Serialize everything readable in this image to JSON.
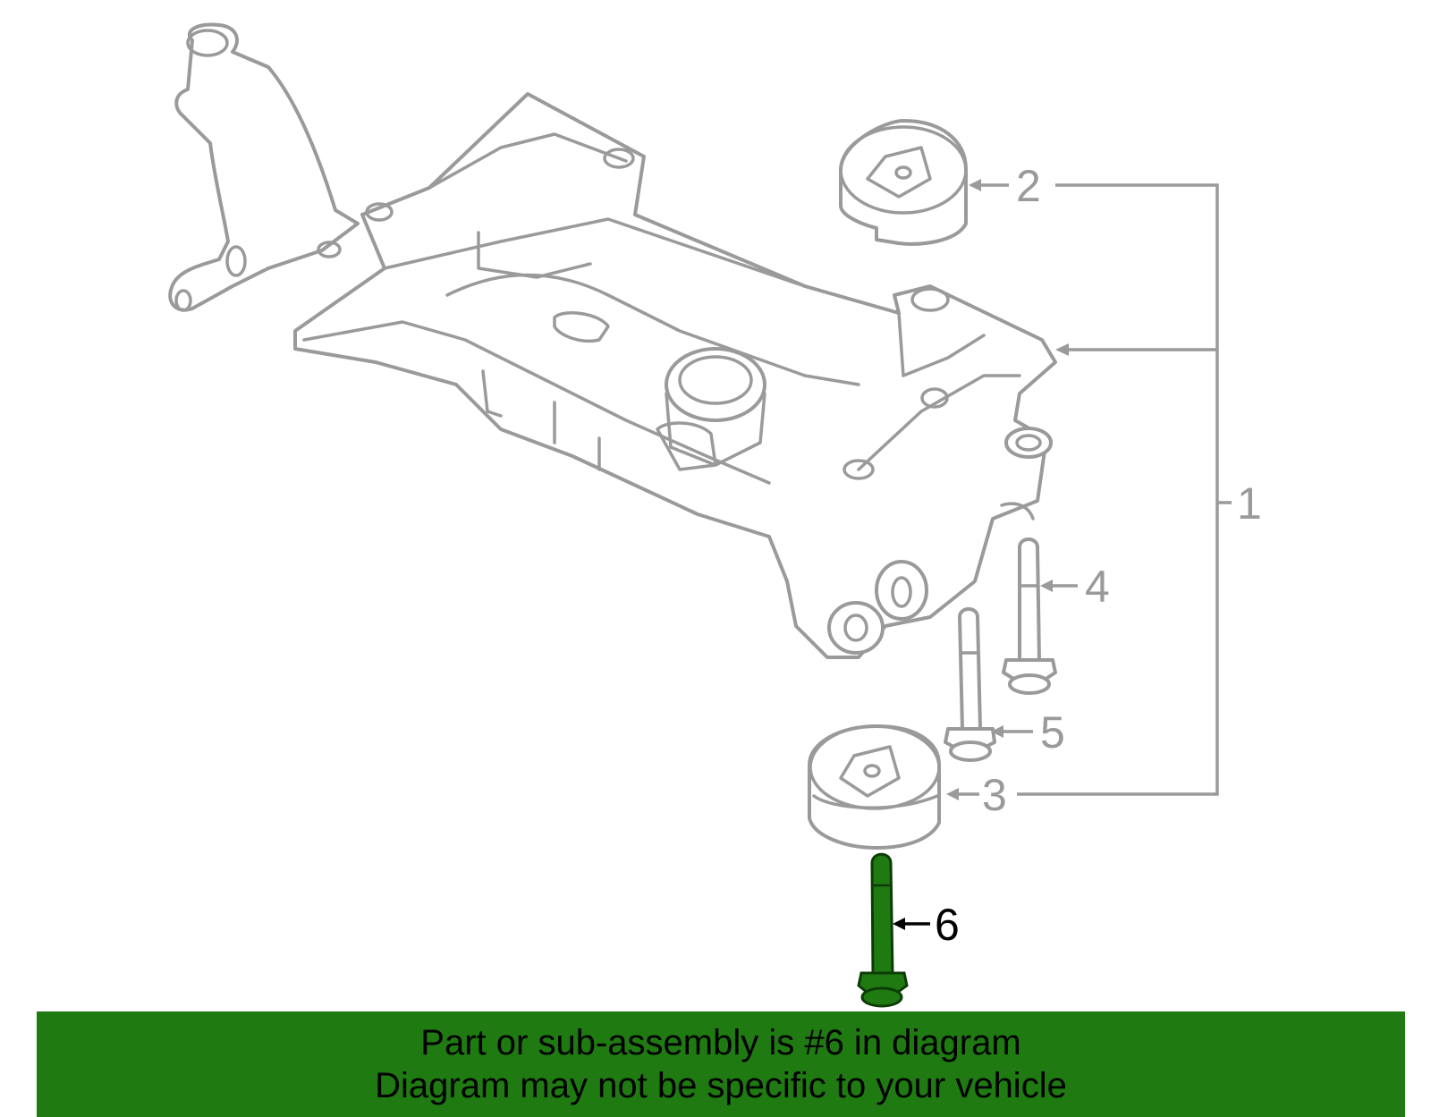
{
  "diagram": {
    "callouts": {
      "c1": "1",
      "c2": "2",
      "c3": "3",
      "c4": "4",
      "c5": "5",
      "c6": "6"
    },
    "highlight_color": "#1f7a12",
    "outline_color": "#9a9a9a"
  },
  "banner": {
    "line1": "Part or sub-assembly is #6 in diagram",
    "line2": "Diagram may not be specific to your vehicle",
    "background_color": "#1f7a12"
  }
}
